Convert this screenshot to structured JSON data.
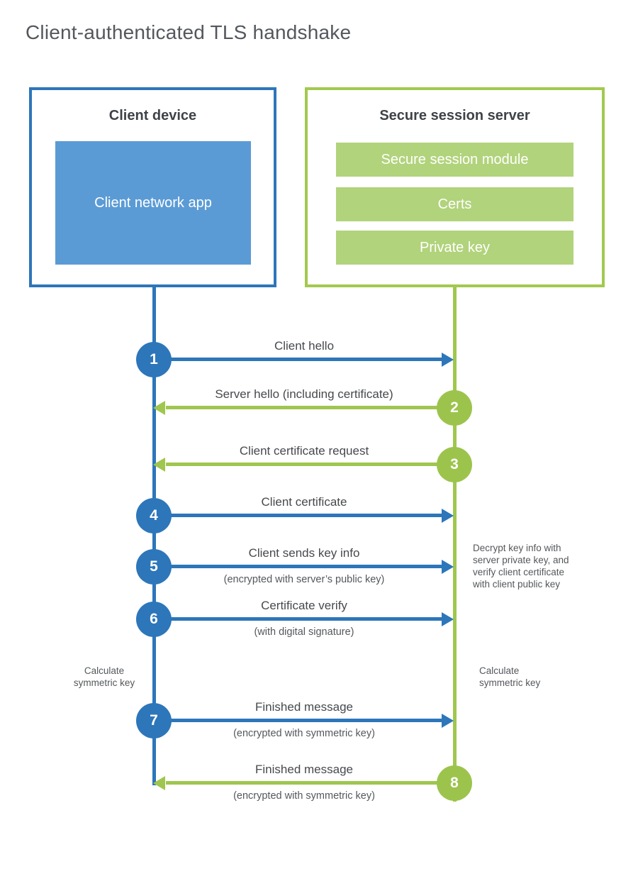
{
  "title": "Client-authenticated TLS handshake",
  "client": {
    "heading": "Client device",
    "app_label": "Client network app"
  },
  "server": {
    "heading": "Secure session server",
    "modules": [
      "Secure session module",
      "Certs",
      "Private key"
    ]
  },
  "steps": [
    {
      "num": "1",
      "actor": "client",
      "direction": "right",
      "label": "Client hello",
      "sublabel": ""
    },
    {
      "num": "2",
      "actor": "server",
      "direction": "left",
      "label": "Server hello (including certificate)",
      "sublabel": ""
    },
    {
      "num": "3",
      "actor": "server",
      "direction": "left",
      "label": "Client certificate request",
      "sublabel": ""
    },
    {
      "num": "4",
      "actor": "client",
      "direction": "right",
      "label": "Client certificate",
      "sublabel": ""
    },
    {
      "num": "5",
      "actor": "client",
      "direction": "right",
      "label": "Client sends key info",
      "sublabel": "(encrypted with server’s public key)"
    },
    {
      "num": "6",
      "actor": "client",
      "direction": "right",
      "label": "Certificate verify",
      "sublabel": "(with digital signature)"
    },
    {
      "num": "7",
      "actor": "client",
      "direction": "right",
      "label": "Finished message",
      "sublabel": "(encrypted with symmetric key)"
    },
    {
      "num": "8",
      "actor": "server",
      "direction": "left",
      "label": "Finished message",
      "sublabel": "(encrypted with symmetric key)"
    }
  ],
  "notes": {
    "decrypt_note": "Decrypt key info with\nserver private key, and\nverify client certificate\nwith client public key",
    "calc_left": "Calculate\nsymmetric key",
    "calc_right": "Calculate\nsymmetric key"
  },
  "colors": {
    "client_blue": "#2d76ba",
    "client_fill_blue": "#5b9bd5",
    "server_green_border": "#a2c94e",
    "server_green_fill": "#b1d37b",
    "server_green_circle": "#9cc44c",
    "heading_text": "#3f4347",
    "label_text": "#46494d",
    "note_text": "#54585b",
    "title_text": "#54585c"
  }
}
